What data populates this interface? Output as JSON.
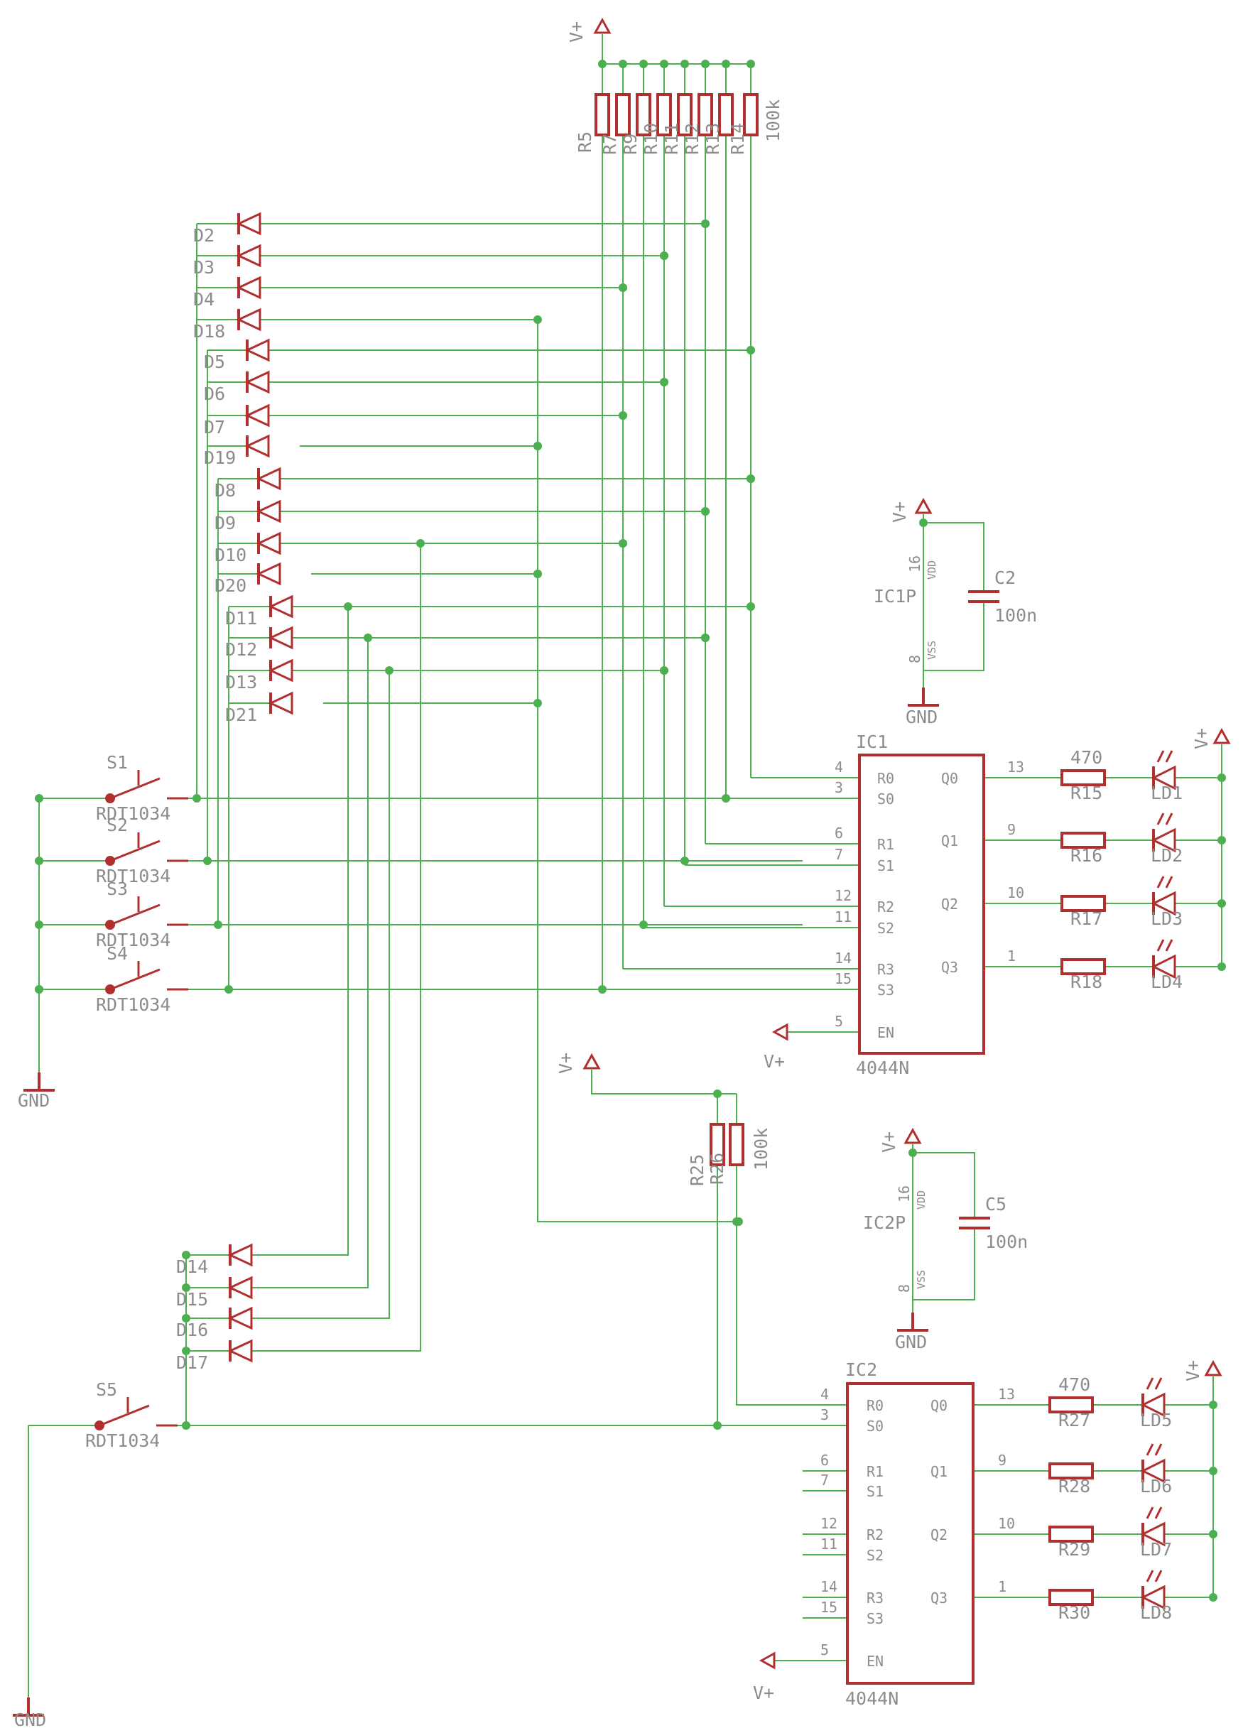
{
  "labels": {
    "pullup_bank_name": "R5",
    "pullup_bank_refs": [
      "R7",
      "R9",
      "R10",
      "R11",
      "R12",
      "R13",
      "R14"
    ],
    "pullup_bank_value": "100k",
    "supply": "V+",
    "ground": "GND",
    "ic1": {
      "name": "IC1",
      "part": "4044N"
    },
    "ic2": {
      "name": "IC2",
      "part": "4044N"
    },
    "ic1p": {
      "name": "IC1P",
      "vdd_pin": "16",
      "vdd": "VDD",
      "vss_pin": "8",
      "vss": "VSS"
    },
    "ic2p": {
      "name": "IC2P",
      "vdd_pin": "16",
      "vdd": "VDD",
      "vss_pin": "8",
      "vss": "VSS"
    },
    "c2": {
      "name": "C2",
      "value": "100n"
    },
    "c5": {
      "name": "C5",
      "value": "100n"
    },
    "r25": {
      "name": "R25",
      "name2": "R26",
      "value": "100k"
    },
    "switch_part": "RDT1034",
    "switches": [
      "S1",
      "S2",
      "S3",
      "S4",
      "S5"
    ],
    "diodes_top": [
      "D2",
      "D3",
      "D4",
      "D18",
      "D5",
      "D6",
      "D7",
      "D19",
      "D8",
      "D9",
      "D10",
      "D20",
      "D11",
      "D12",
      "D13",
      "D21"
    ],
    "diodes_bottom": [
      "D14",
      "D15",
      "D16",
      "D17"
    ],
    "ic_pin_names_left": [
      "R0",
      "S0",
      "R1",
      "S1",
      "R2",
      "S2",
      "R3",
      "S3",
      "EN"
    ],
    "ic_pin_names_right": [
      "Q0",
      "Q1",
      "Q2",
      "Q3"
    ],
    "ic_pin_numbers_left": [
      "4",
      "3",
      "6",
      "7",
      "12",
      "11",
      "14",
      "15",
      "5"
    ],
    "ic_pin_numbers_right": [
      "13",
      "9",
      "10",
      "1"
    ],
    "led_resistor_value": "470",
    "ic1_resistors": [
      "R15",
      "R16",
      "R17",
      "R18"
    ],
    "ic1_leds": [
      "LD1",
      "LD2",
      "LD3",
      "LD4"
    ],
    "ic2_resistors": [
      "R27",
      "R28",
      "R29",
      "R30"
    ],
    "ic2_leds": [
      "LD5",
      "LD6",
      "LD7",
      "LD8"
    ]
  }
}
